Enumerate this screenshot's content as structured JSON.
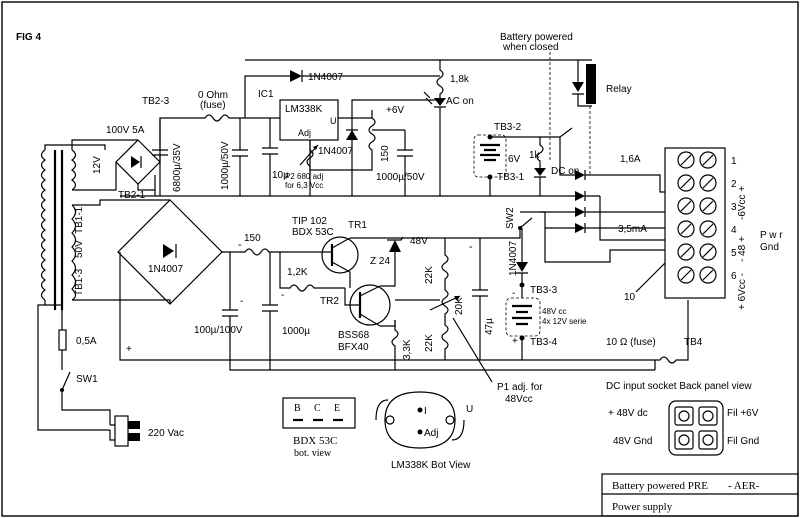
{
  "figure_label": "FIG 4",
  "labels": {
    "battery_note_1": "Battery powered",
    "battery_note_2": "when closed",
    "relay": "Relay",
    "d_1n4007_top": "1N4007",
    "r_1_8k": "1,8k",
    "ac_on": "AC on",
    "ic1": "IC1",
    "lm338k": "LM338K",
    "u": "U",
    "adj": "Adj",
    "plus_6v": "+6V",
    "tb2_3": "TB2-3",
    "r_0ohm_1": "0 Ohm",
    "r_0ohm_2": "(fuse)",
    "d_1n4007_mid": "1N4007",
    "r_150_top": "150",
    "c_6800": "6800µ/35V",
    "c_1000_50_a": "1000µ/50V",
    "c_10u": "10µ",
    "p2_1": "P2 680  adj",
    "p2_2": "for 6,3 Vcc",
    "c_1000_50_b": "1000µ/50V",
    "tb3_2": "TB3-2",
    "tb3_1": "TB3-1",
    "batt_6v": "6V",
    "r_1k": "1k",
    "dc_on": "DC on",
    "i_1_6a": "1,6A",
    "fuse_100v": "100V 5A",
    "sec_12v": "12V",
    "tb2_1": "TB2-1",
    "tb1_1": "TB1-1",
    "sec_50v": "50V",
    "tb1_3": "TB1-3",
    "d_bridge": "1N4007",
    "r_150_low": "150",
    "tip102_1": "TIP 102",
    "tip102_2": "BDX 53C",
    "tr1": "TR1",
    "v48": "48V",
    "z24": "Z 24",
    "r_1_2k": "1,2K",
    "tr2": "TR2",
    "bss68_1": "BSS68",
    "bss68_2": "BFX40",
    "r_22k_a": "22K",
    "r_20k": "20K",
    "r_22k_b": "22K",
    "r_3_3k": "3,3K",
    "c_47u": "47µ",
    "c_100_100": "100µ/100V",
    "c_1000u": "1000µ",
    "sw2": "SW2",
    "d_1n4007_sw": "1N4007",
    "tb3_3": "TB3-3",
    "tb3_4": "TB3-4",
    "batt48_1": "48V cc",
    "batt48_2": "4x 12V serie",
    "i_3_5ma": "3,5mA",
    "n10": "10",
    "r_fuse_10": "10 Ω (fuse)",
    "plus": "+",
    "minus": "-",
    "fuse_0_5a": "0,5A",
    "sw1": "SW1",
    "vac": "220 Vac",
    "p1_1": "P1 adj. for",
    "p1_2": "48Vcc",
    "tb4": "TB4",
    "bdx_b": "B",
    "bdx_c": "C",
    "bdx_e": "E",
    "bdx_view_1": "BDX 53C",
    "bdx_view_2": "bot. view",
    "lm_i": "I",
    "lm_adj": "Adj",
    "lm_u": "U",
    "lm_view": "LM338K Bot View",
    "dc_socket_title": "DC input socket Back panel view",
    "sock_p48": "+ 48V dc",
    "sock_fil6": "Fil +6V",
    "sock_g48": "48V Gnd",
    "sock_filg": "Fil Gnd"
  },
  "tb4": {
    "terminals": [
      "1",
      "2",
      "3",
      "4",
      "5",
      "6"
    ],
    "side_top": "-6Vcc +",
    "side_mid": "-  48  +",
    "side_bot": "+ 6Vcc -",
    "pwr": "P w r",
    "gnd": "Gnd"
  },
  "title_block": {
    "line1": "Battery powered PRE",
    "line1_right": "- AER-",
    "line2": "Power supply"
  }
}
